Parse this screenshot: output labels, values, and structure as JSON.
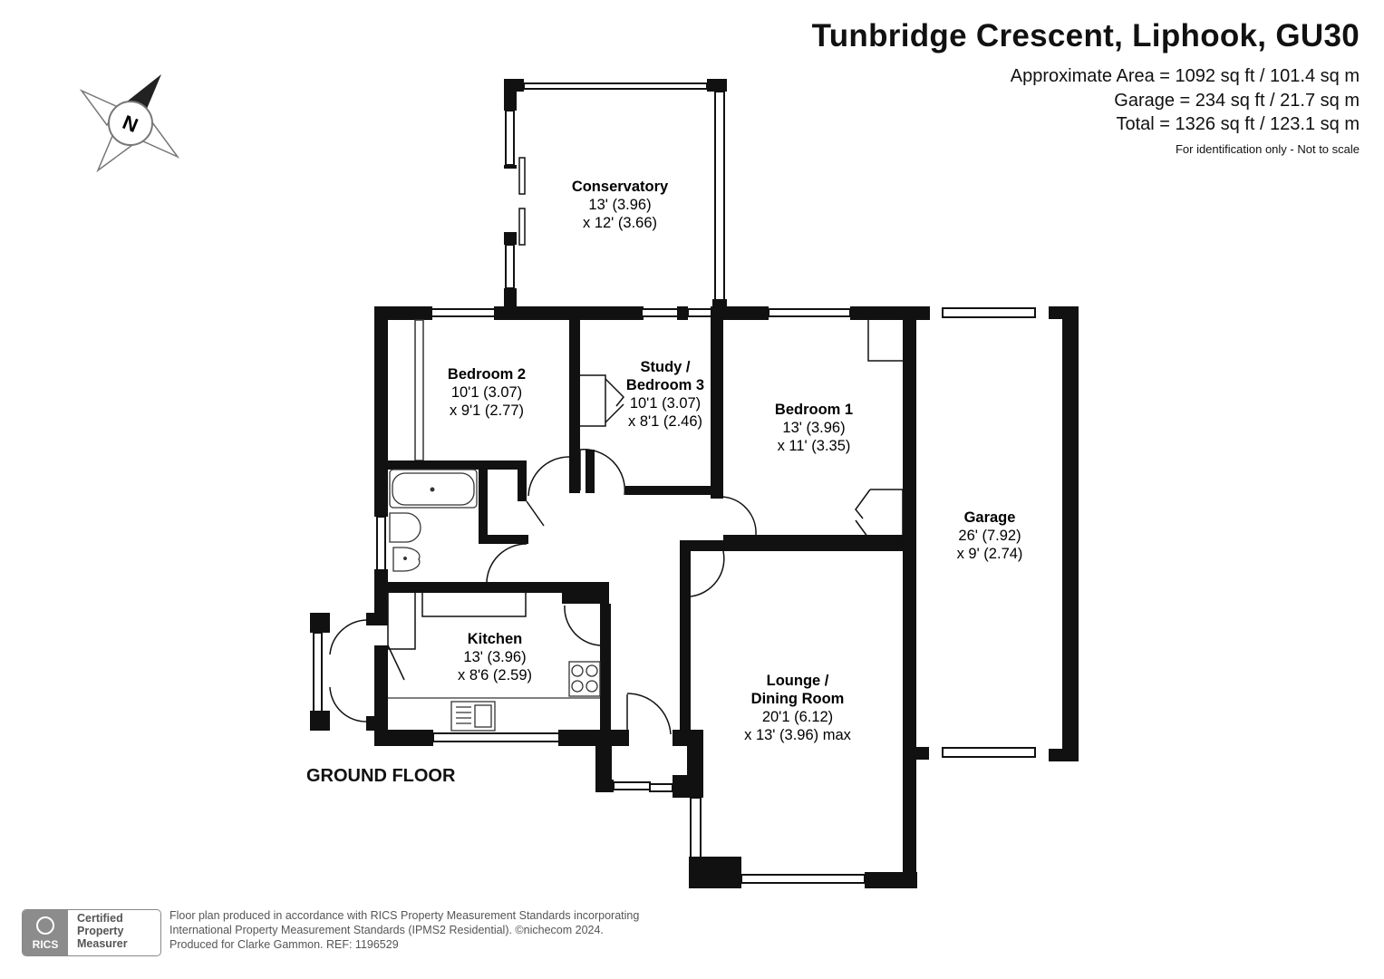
{
  "header": {
    "title": "Tunbridge Crescent, Liphook, GU30",
    "approximate_area": "Approximate Area = 1092 sq ft / 101.4 sq m",
    "garage_area": "Garage = 234 sq ft / 21.7 sq m",
    "total_area": "Total = 1326 sq ft / 123.1 sq m",
    "disclaimer": "For identification only - Not to scale"
  },
  "compass": {
    "label": "N",
    "icon": "compass-north-icon"
  },
  "floor_label": "GROUND FLOOR",
  "rooms": {
    "conservatory": {
      "name": "Conservatory",
      "dim1": "13' (3.96)",
      "dim2": "x 12' (3.66)"
    },
    "bedroom2": {
      "name": "Bedroom 2",
      "dim1": "10'1 (3.07)",
      "dim2": "x 9'1 (2.77)"
    },
    "study": {
      "name1": "Study /",
      "name2": "Bedroom 3",
      "dim1": "10'1 (3.07)",
      "dim2": "x 8'1 (2.46)"
    },
    "bedroom1": {
      "name": "Bedroom 1",
      "dim1": "13' (3.96)",
      "dim2": "x 11' (3.35)"
    },
    "garage": {
      "name": "Garage",
      "dim1": "26' (7.92)",
      "dim2": "x 9' (2.74)"
    },
    "kitchen": {
      "name": "Kitchen",
      "dim1": "13' (3.96)",
      "dim2": "x 8'6 (2.59)"
    },
    "lounge": {
      "name1": "Lounge /",
      "name2": "Dining Room",
      "dim1": "20'1 (6.12)",
      "dim2": "x 13' (3.96) max"
    }
  },
  "badge": {
    "rics": "RICS",
    "line1": "Certified",
    "line2": "Property",
    "line3": "Measurer"
  },
  "footer": {
    "line1": "Floor plan produced in accordance with RICS Property Measurement Standards incorporating",
    "line2": "International Property Measurement Standards (IPMS2 Residential).  ©nichecom 2024.",
    "line3": "Produced for Clarke Gammon.   REF: 1196529"
  },
  "colors": {
    "wall": "#111111",
    "text": "#111111",
    "muted": "#555555",
    "badge": "#8c8c8c"
  }
}
